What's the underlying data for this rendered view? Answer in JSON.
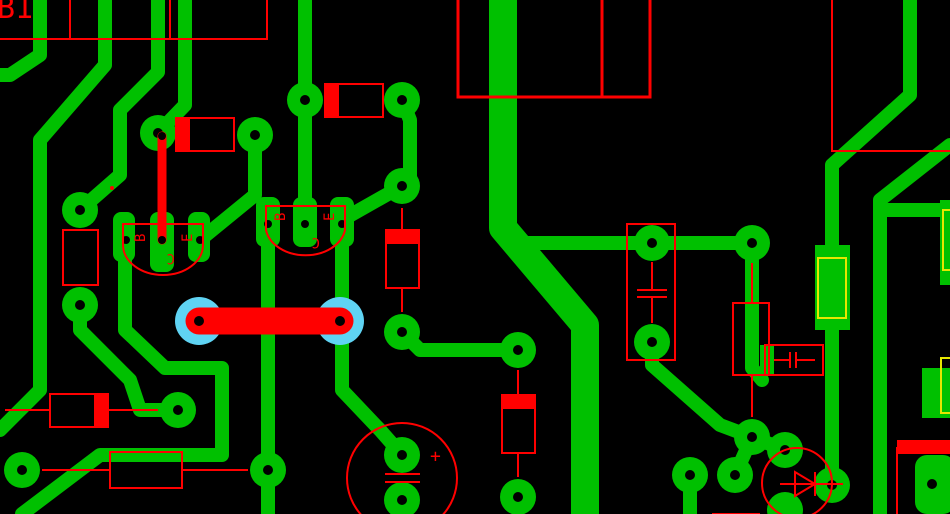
{
  "app": {
    "title": "PCB layout view"
  },
  "colors": {
    "background": "#000000",
    "copper": "#00c000",
    "silkscreen": "#ff0000",
    "selected_trace": "#ff0000",
    "highlight_pad": "#5fd3f3",
    "component_outline": "#e6e600"
  },
  "labels": {
    "corner_ref": "B1",
    "q_left_pin1": "B",
    "q_left_pin2": "C",
    "q_left_pin3": "E",
    "q_right_pin1": "B",
    "q_right_pin2": "C",
    "q_right_pin3": "E",
    "electrolytic_plus": "+"
  },
  "icons": {
    "capacitor": "capacitor-symbol-icon",
    "diode": "diode-symbol-icon"
  }
}
